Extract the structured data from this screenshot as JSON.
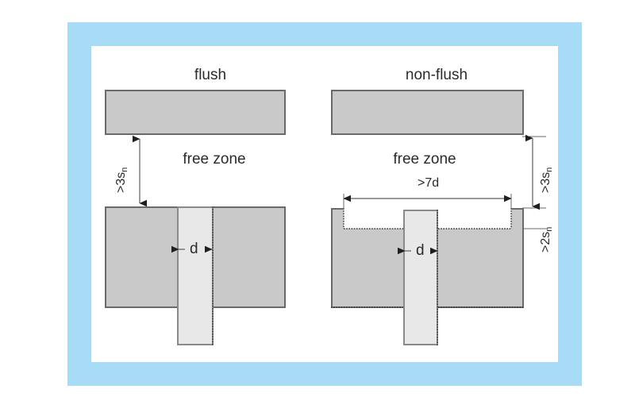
{
  "figure": {
    "background_color": "#ffffff",
    "frame_color": "#a8dcf6",
    "block_fill": "#c9c9c9",
    "block_stroke": "#6a6a6a",
    "post_fill": "#e8e8e8",
    "post_stroke": "#8a8a8a"
  },
  "left_diagram": {
    "title": "flush",
    "free_zone_label": "free zone",
    "vertical_clearance": {
      "text": ">3s",
      "subscript": "n"
    },
    "post_width_label": "d"
  },
  "right_diagram": {
    "title": "non-flush",
    "free_zone_label": "free zone",
    "vertical_clearance": {
      "text": ">3s",
      "subscript": "n"
    },
    "recess_depth": {
      "text": ">2s",
      "subscript": "n"
    },
    "recess_width": {
      "text": ">7d"
    },
    "post_width_label": "d"
  }
}
